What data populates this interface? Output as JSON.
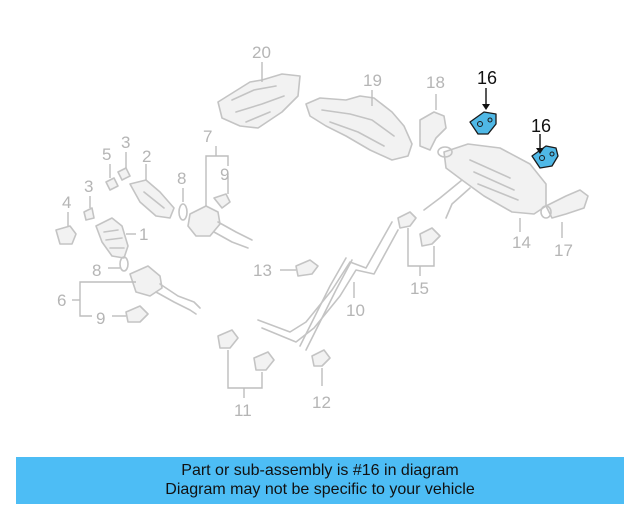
{
  "banner": {
    "line1": "Part or sub-assembly is #16 in diagram",
    "line2": "Diagram may not be specific to your vehicle"
  },
  "diagram": {
    "callouts": [
      "1",
      "2",
      "3",
      "3",
      "4",
      "5",
      "6",
      "7",
      "8",
      "8",
      "9",
      "9",
      "10",
      "11",
      "12",
      "13",
      "14",
      "15",
      "17",
      "18",
      "19",
      "20"
    ],
    "highlighted_callouts": [
      "16",
      "16"
    ]
  },
  "colors": {
    "banner": "#4dbdf5",
    "highlight": "#4fb8e6",
    "line_art": "#c4c4c4"
  }
}
